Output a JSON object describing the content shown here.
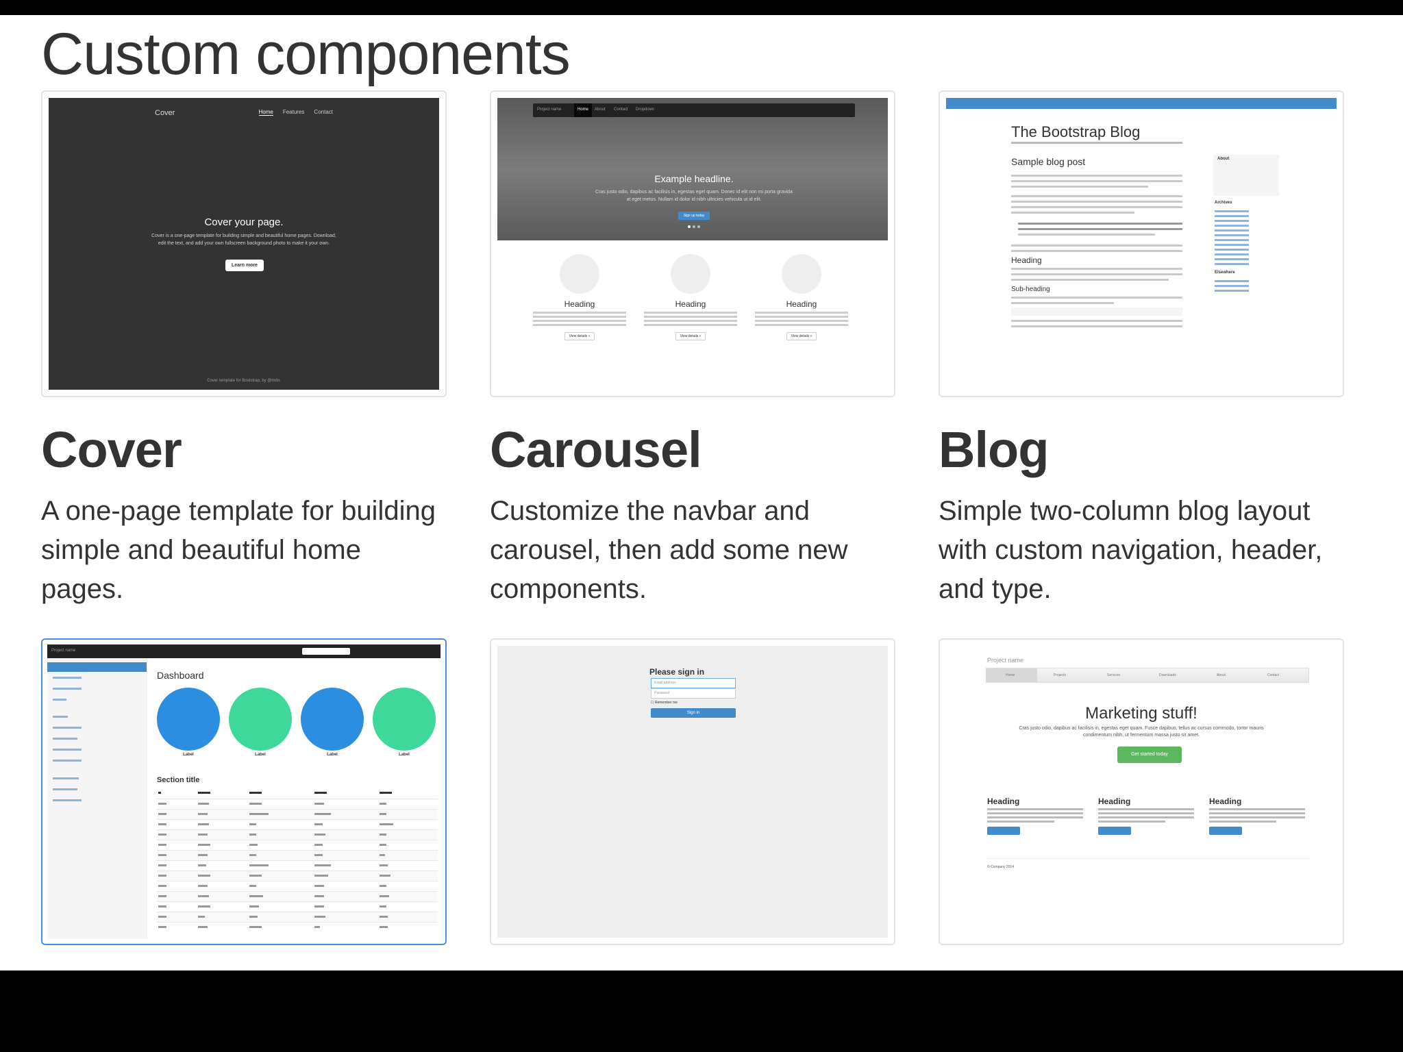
{
  "page": {
    "title": "Custom components"
  },
  "cards": {
    "cover": {
      "title": "Cover",
      "description": "A one-page template for building simple and beautiful home pages.",
      "shot": {
        "brand": "Cover",
        "nav": [
          "Home",
          "Features",
          "Contact"
        ],
        "heading": "Cover your page.",
        "lead": "Cover is a one-page template for building simple and beautiful home pages. Download, edit the text, and add your own fullscreen background photo to make it your own.",
        "button": "Learn more",
        "footer": "Cover template for Bootstrap, by @mdo."
      }
    },
    "carousel": {
      "title": "Carousel",
      "description": "Customize the navbar and carousel, then add some new components.",
      "shot": {
        "nav": [
          "Project name",
          "Home",
          "About",
          "Contact",
          "Dropdown"
        ],
        "headline": "Example headline.",
        "lead": "Cras justo odio, dapibus ac facilisis in, egestas eget quam. Donec id elit non mi porta gravida at eget metus. Nullam id dolor id nibh ultricies vehicula ut id elit.",
        "button": "Sign up today",
        "columns": [
          {
            "heading": "Heading",
            "button": "View details »"
          },
          {
            "heading": "Heading",
            "button": "View details »"
          },
          {
            "heading": "Heading",
            "button": "View details »"
          }
        ]
      }
    },
    "blog": {
      "title": "Blog",
      "description": "Simple two-column blog layout with custom navigation, header, and type.",
      "shot": {
        "title": "The Bootstrap Blog",
        "post_title": "Sample blog post",
        "heading": "Heading",
        "subheading": "Sub-heading",
        "sidebar": [
          "About",
          "Archives",
          "Elsewhere"
        ]
      }
    },
    "dashboard": {
      "shot": {
        "brand": "Project name",
        "heading": "Dashboard",
        "circle_labels": [
          "Label",
          "Label",
          "Label",
          "Label"
        ],
        "section_title": "Section title"
      }
    },
    "signin": {
      "shot": {
        "heading": "Please sign in",
        "email_placeholder": "Email address",
        "password_placeholder": "Password",
        "remember": "Remember me",
        "button": "Sign in"
      }
    },
    "justified": {
      "shot": {
        "brand": "Project name",
        "nav": [
          "Home",
          "Projects",
          "Services",
          "Downloads",
          "About",
          "Contact"
        ],
        "heading": "Marketing stuff!",
        "lead": "Cras justo odio, dapibus ac facilisis in, egestas eget quam. Fusce dapibus, tellus ac cursus commodo, tortor mauris condimentum nibh, ut fermentum massa justo sit amet.",
        "button": "Get started today",
        "columns": [
          "Heading",
          "Heading",
          "Heading"
        ],
        "footer": "© Company 2014"
      }
    }
  },
  "colors": {
    "primary": "#428bca",
    "success": "#5cb85c",
    "dash_blue": "#2b8ee0",
    "dash_green": "#3fd89b",
    "selected_border": "#4a90d9"
  }
}
